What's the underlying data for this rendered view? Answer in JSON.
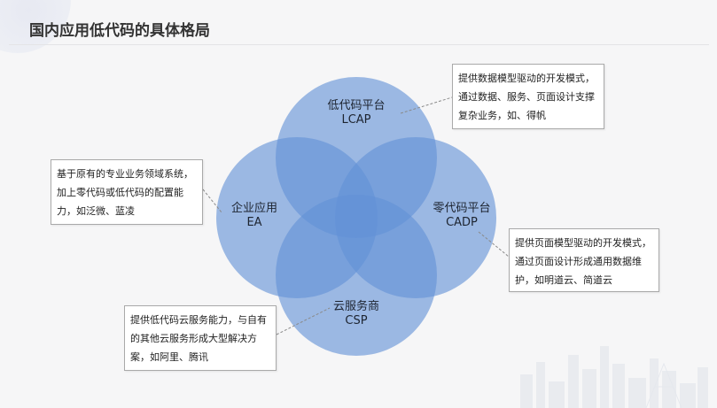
{
  "slide": {
    "title": "国内应用低代码的具体格局"
  },
  "diagram": {
    "circles": [
      {
        "id": "top",
        "name": "低代码平台",
        "abbr": "LCAP"
      },
      {
        "id": "left",
        "name": "企业应用",
        "abbr": "EA"
      },
      {
        "id": "right",
        "name": "零代码平台",
        "abbr": "CADP"
      },
      {
        "id": "bottom",
        "name": "云服务商",
        "abbr": "CSP"
      }
    ],
    "notes": {
      "lcap": "提供数据模型驱动的开发模式，通过数据、服务、页面设计支撑复杂业务，如、得帆",
      "ea": "基于原有的专业业务领域系统，加上零代码或低代码的配置能力，如泛微、蓝凌",
      "cadp": "提供页面模型驱动的开发模式，通过页面设计形成通用数据维护，如明道云、简道云",
      "csp": "提供低代码云服务能力，与自有的其他云服务形成大型解决方案，如阿里、腾讯"
    }
  },
  "colors": {
    "circle_fill": "#6292d6",
    "background": "#f6f6f7"
  }
}
